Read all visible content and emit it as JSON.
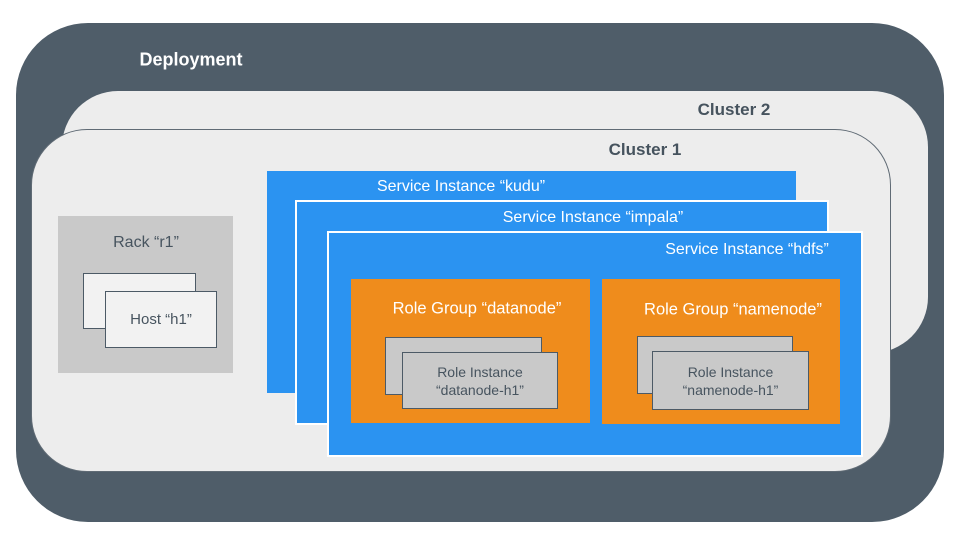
{
  "deployment": {
    "label": "Deployment"
  },
  "cluster2": {
    "label": "Cluster 2"
  },
  "cluster1": {
    "label": "Cluster 1"
  },
  "rack": {
    "label": "Rack “r1”",
    "host": {
      "label": "Host “h1”"
    }
  },
  "services": [
    {
      "name": "kudu",
      "label": "Service Instance “kudu”"
    },
    {
      "name": "impala",
      "label": "Service Instance “impala”"
    },
    {
      "name": "hdfs",
      "label": "Service Instance “hdfs”"
    }
  ],
  "role_groups": [
    {
      "name": "datanode",
      "label": "Role Group “datanode”",
      "instance": {
        "line1": "Role Instance",
        "line2": "“datanode-h1”"
      }
    },
    {
      "name": "namenode",
      "label": "Role Group “namenode”",
      "instance": {
        "line1": "Role Instance",
        "line2": "“namenode-h1”"
      }
    }
  ],
  "colors": {
    "deployment_bg": "#4F5D69",
    "cluster_bg": "#EDEDED",
    "service_blue": "#2B93F1",
    "role_group_orange": "#EF8C1C",
    "rack_gray": "#C9C9C9",
    "card_fill": "#F2F2F2",
    "card_border": "#4C5A66",
    "text_dark": "#47545F",
    "text_light": "#FFFFFF"
  }
}
